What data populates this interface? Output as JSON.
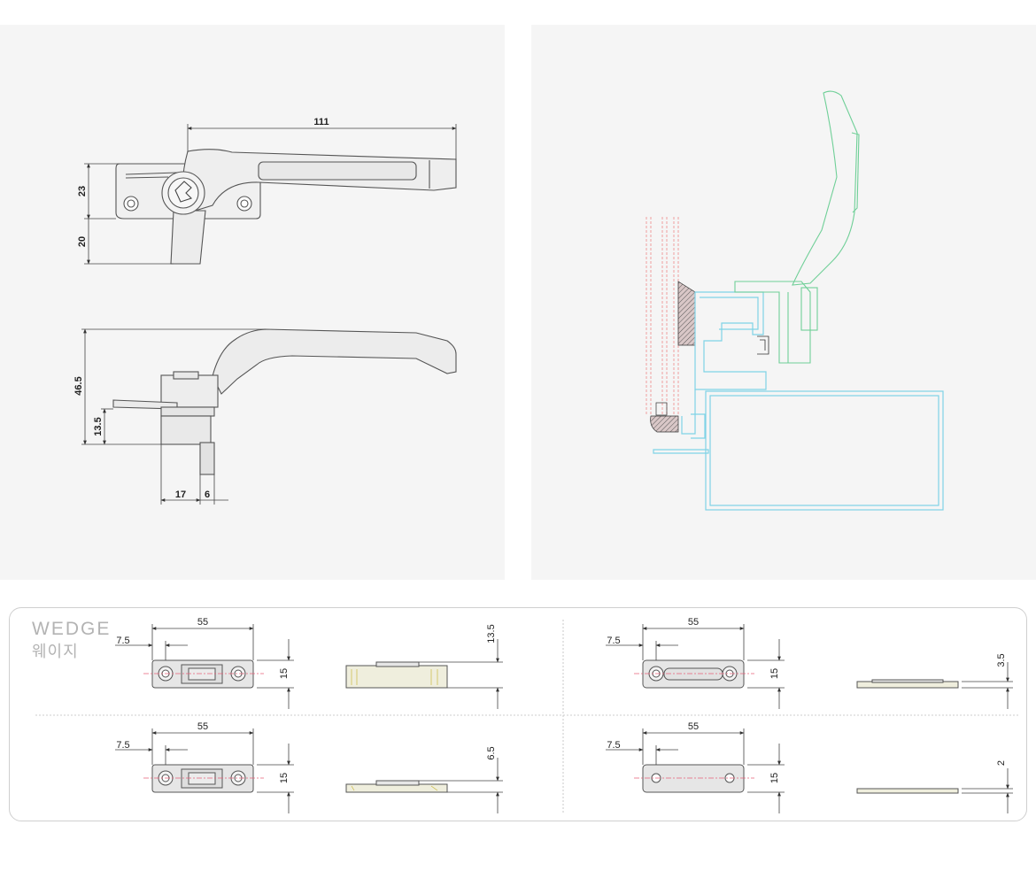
{
  "handle_top_view": {
    "length": "111",
    "height_upper": "23",
    "height_lower": "20"
  },
  "handle_side_view": {
    "height_total": "46.5",
    "height_base": "13.5",
    "width_a": "17",
    "width_b": "6"
  },
  "wedge": {
    "title": "WEDGE",
    "subtitle": "웨이지",
    "variants": [
      {
        "length": "55",
        "offset": "7.5",
        "width": "15",
        "thickness": "13.5"
      },
      {
        "length": "55",
        "offset": "7.5",
        "width": "15",
        "thickness": "3.5"
      },
      {
        "length": "55",
        "offset": "7.5",
        "width": "15",
        "thickness": "6.5"
      },
      {
        "length": "55",
        "offset": "7.5",
        "width": "15",
        "thickness": "2"
      }
    ]
  },
  "colors": {
    "panel_bg": "#f5f5f5",
    "line": "#555555",
    "handle_fill": "#f0f0f0",
    "frame_outline": "#7fd3e6",
    "handle_outline_section": "#6fcf97",
    "glass_outline": "#f0a0a0",
    "wedge_fill": "#e6e6e6",
    "wedge_side_fill": "#efeedd",
    "centerline": "#e8607a"
  }
}
